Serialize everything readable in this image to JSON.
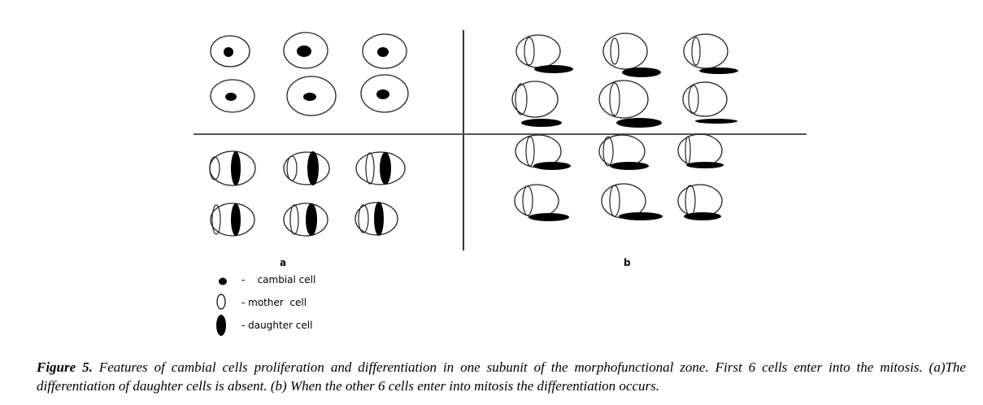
{
  "panels": {
    "a": "a",
    "b": "b"
  },
  "legend": [
    {
      "icon": "cambial-cell-icon",
      "label": "-    cambial cell"
    },
    {
      "icon": "mother-cell-icon",
      "label": "- mother  cell"
    },
    {
      "icon": "daughter-cell-icon",
      "label": "- daughter cell"
    }
  ],
  "caption": {
    "label": "Figure 5.",
    "text": " Features of cambial cells proliferation and differentiation in one subunit of the morphofunctional zone. First 6 cells enter into the mitosis. (a)The differentiation of daughter cells is absent. (b) When the other 6 cells enter into mitosis the differentiation occurs."
  }
}
